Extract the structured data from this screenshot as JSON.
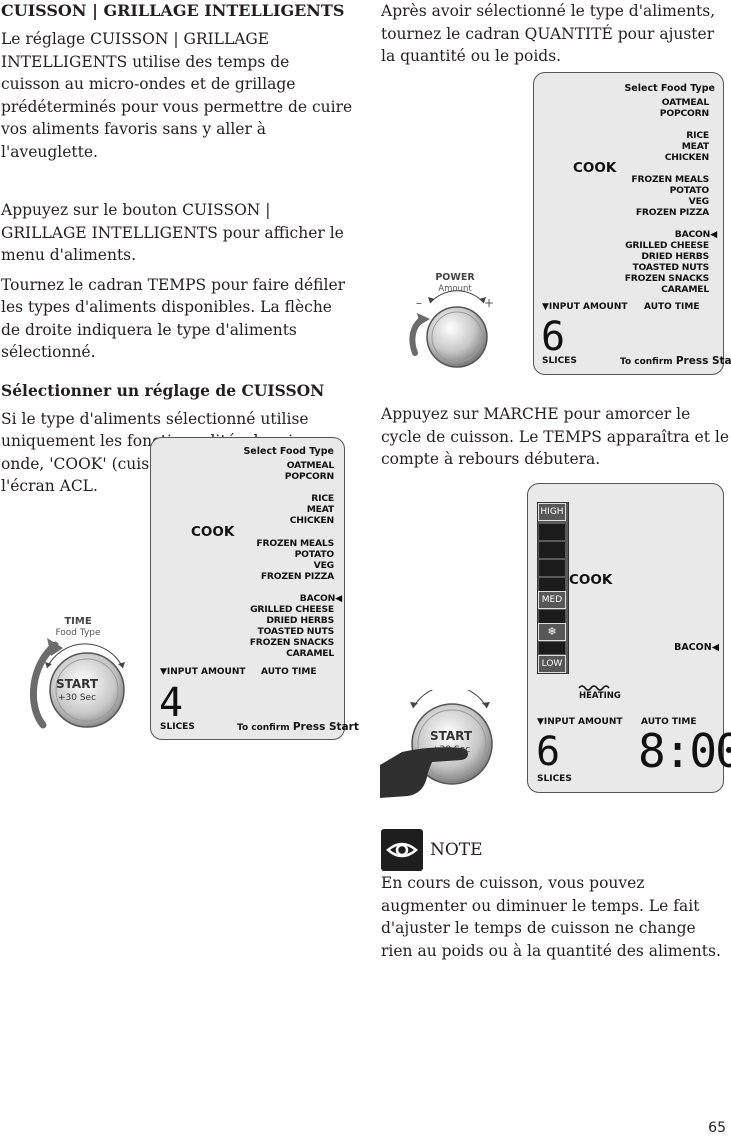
{
  "left": {
    "title": "CUISSON | GRILLAGE INTELLIGENTS",
    "intro": "Le réglage CUISSON | GRILLAGE INTELLIGENTS utilise des temps de cuisson au micro-ondes et de grillage prédéterminés pour vous permettre de cuire vos aliments favoris sans y aller à l'aveuglette.",
    "step1": "Appuyez sur le bouton CUISSON | GRILLAGE INTELLIGENTS pour afficher le menu d'aliments.",
    "step2": "Tournez le cadran TEMPS pour faire défiler les types d'aliments disponibles. La flèche de droite indiquera le type d'aliments sélectionné.",
    "subhead": "Sélectionner un réglage de CUISSON",
    "step3": "Si le type d'aliments sélectionné utilise uniquement les fonctionnalités du micro-onde, 'COOK' (cuisson) sera affiché sur l'écran ACL."
  },
  "right": {
    "step4": "Après avoir sélectionné le type d'aliments, tournez le cadran QUANTITÉ pour ajuster la quantité ou le poids.",
    "step5": "Appuyez sur MARCHE pour amorcer le cycle de cuisson. Le TEMPS apparaîtra et le compte à rebours débutera.",
    "note_label": "NOTE",
    "note_text": "En cours de cuisson, vous pouvez augmenter ou diminuer le temps. Le fait d'ajuster le temps de cuisson ne change rien au poids ou à la quantité des aliments."
  },
  "lcd": {
    "select_food_type": "Select Food Type",
    "foods": [
      "OATMEAL",
      "POPCORN",
      "RICE",
      "MEAT",
      "CHICKEN",
      "FROZEN MEALS",
      "POTATO",
      "VEG",
      "FROZEN PIZZA",
      "BACON",
      "GRILLED CHEESE",
      "DRIED HERBS",
      "TOASTED NUTS",
      "FROZEN SNACKS",
      "CARAMEL"
    ],
    "cook": "COOK",
    "input_amount": "INPUT AMOUNT",
    "auto_time": "AUTO TIME",
    "slices": "SLICES",
    "to_confirm": "To confirm",
    "press_start": "Press Start",
    "selected_marker": "◀",
    "input_marker": "▼",
    "display1_amount": "4",
    "display2_amount": "6",
    "display3_amount": "6",
    "display3_time": "8:00",
    "bacon": "BACON",
    "heating": "HEATING",
    "power_high": "HIGH",
    "power_med": "MED",
    "power_low": "LOW"
  },
  "knobs": {
    "time_label": "TIME",
    "food_type_label": "Food Type",
    "start_label": "START",
    "plus30": "+30 Sec",
    "power_label": "POWER",
    "amount_label": "Amount",
    "minus": "–",
    "plus": "+"
  },
  "page_number": "65"
}
